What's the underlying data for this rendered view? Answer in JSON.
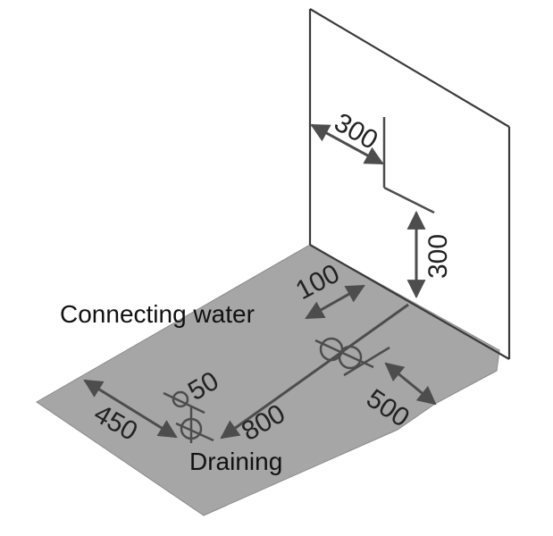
{
  "colors": {
    "floor": "#a6a6a6",
    "line": "#4d4d4d",
    "wall_edge": "#3a3a3a",
    "text": "#222222"
  },
  "labels": {
    "connecting_water": "Connecting water",
    "draining": "Draining"
  },
  "dimensions": {
    "wall_offset": "300",
    "wall_height": "300",
    "supply_offset": "100",
    "drain_diameter": "50",
    "run_length": "800",
    "side_offset": "450",
    "front_offset": "500"
  },
  "icons": {
    "supply": "pipe-circle-icon",
    "drain": "pipe-circle-icon"
  }
}
